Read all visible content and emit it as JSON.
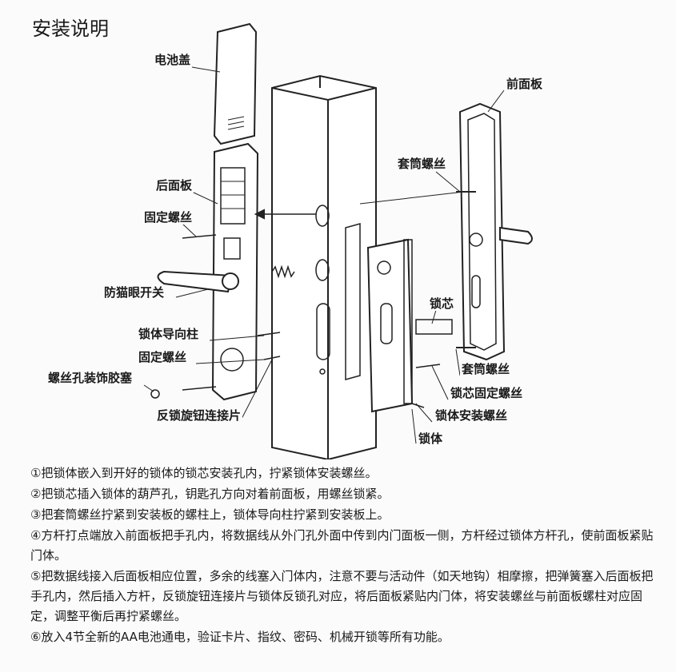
{
  "title": "安装说明",
  "labels": {
    "battery_cover": "电池盖",
    "front_panel": "前面板",
    "sleeve_screw_top": "套筒螺丝",
    "rear_panel": "后面板",
    "fixing_screw_top": "固定螺丝",
    "peephole_switch": "防猫眼开关",
    "lock_cylinder": "锁芯",
    "lock_guide_post": "锁体导向柱",
    "fixing_screw_bottom": "固定螺丝",
    "sleeve_screw_bottom": "套筒螺丝",
    "screw_hole_plug": "螺丝孔装饰胶塞",
    "cylinder_fixing_screw": "锁芯固定螺丝",
    "deadlock_knob_plate": "反锁旋钮连接片",
    "lock_body_screw": "锁体安装螺丝",
    "lock_body": "锁体"
  },
  "steps": [
    "①把锁体嵌入到开好的锁体的锁芯安装孔内，拧紧锁体安装螺丝。",
    "②把锁芯插入锁体的葫芦孔，钥匙孔方向对着前面板，用螺丝锁紧。",
    "③把套筒螺丝拧紧到安装板的螺柱上，锁体导向柱拧紧到安装板上。",
    "④方杆打点端放入前面板把手孔内，将数据线从外门孔外面中传到内门面板一侧，方杆经过锁体方杆孔，使前面板紧贴门体。",
    "⑤把数据线接入后面板相应位置，多余的线塞入门体内，注意不要与活动件（如天地钩）相摩擦，把弹簧塞入后面板把手孔内，然后插入方杆，反锁旋钮连接片与锁体反锁孔对应，将后面板紧贴内门体，将安装螺丝与前面板螺柱对应固定，调整平衡后再拧紧螺丝。",
    "⑥放入4节全新的AA电池通电，验证卡片、指纹、密码、机械开锁等所有功能。"
  ]
}
